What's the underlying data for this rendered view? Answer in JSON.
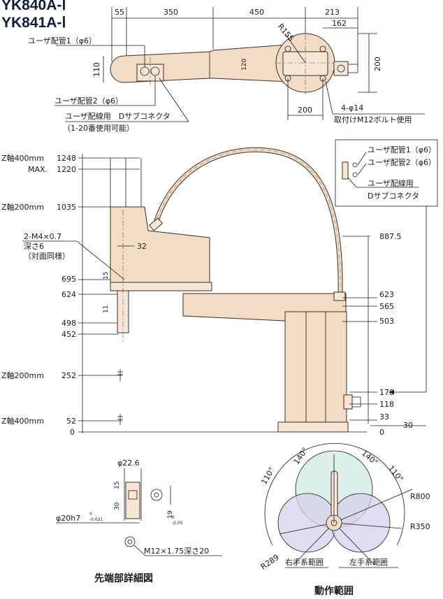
{
  "models": [
    "YK840A-Ⅰ",
    "YK841A-Ⅰ"
  ],
  "top_view": {
    "dims": [
      "55",
      "350",
      "450",
      "213",
      "162",
      "110",
      "200",
      "200"
    ],
    "radius_label": "R155",
    "bore_label": "4-φ14",
    "small_dim": "120",
    "labels": {
      "pipe1": "ユーザ配管1（φ6）",
      "pipe2": "ユーザ配管2（φ6）",
      "wiring": "ユーザ配線用　Dサブコネクタ",
      "wiring_note": "（1-20番使用可能）",
      "mount": "取付けM12ボルト使用"
    }
  },
  "side_view": {
    "z_labels": [
      "Z軸400mm",
      "MAX.",
      "Z軸200mm",
      "Z軸200mm",
      "Z軸400mm"
    ],
    "left_dims": [
      "1248",
      "1220",
      "1035",
      "695",
      "624",
      "498",
      "452",
      "252",
      "52",
      "0"
    ],
    "right_dims": [
      "887.5",
      "623",
      "565",
      "503",
      "178",
      "118",
      "33",
      "0",
      "30"
    ],
    "hole_note": [
      "2-M4×0.7",
      "深さ6",
      "（対面同様）"
    ],
    "small_dims": [
      "32",
      "15",
      "11"
    ]
  },
  "inset": {
    "pipe1": "ユーザ配管1（φ6）",
    "pipe2": "ユーザ配管2（φ6）",
    "wiring": "ユーザ配線用",
    "dsub": "Dサブコネクタ"
  },
  "detail": {
    "phi": "φ22.6",
    "d15": "15",
    "d30": "30",
    "shaft": "φ20h7",
    "shaft_tol_top": "0",
    "shaft_tol_bot": "-0.021",
    "d19": "19",
    "d19_tol_top": "0",
    "d19_tol_bot": "-0.05",
    "thread": "M12×1.75深さ20",
    "caption": "先端部詳細図"
  },
  "range": {
    "angles": [
      "110°",
      "140°",
      "140°",
      "110°"
    ],
    "radii": [
      "R800",
      "R350",
      "R289"
    ],
    "right_hand": "右手系範囲",
    "left_hand": "左手系範囲",
    "caption": "動作範囲"
  }
}
